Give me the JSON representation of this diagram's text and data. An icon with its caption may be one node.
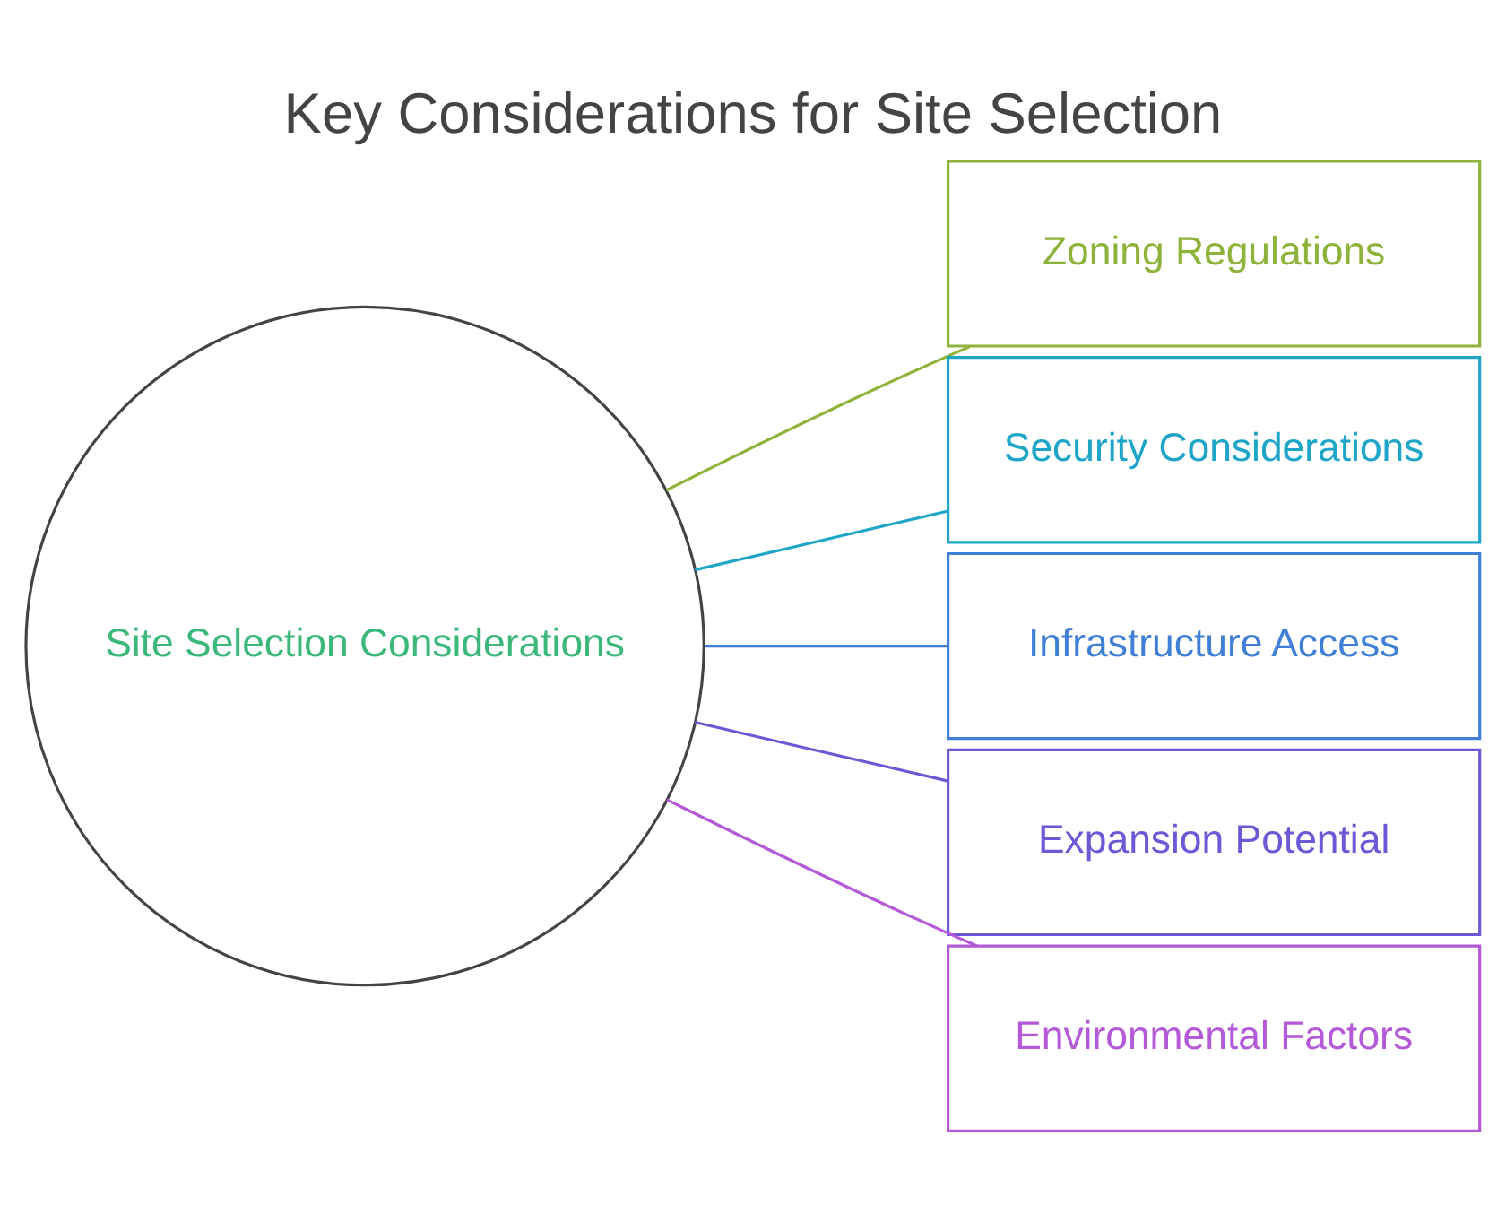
{
  "diagram": {
    "title": "Key Considerations for Site Selection",
    "nodes": [
      {
        "text": [
          "Site Selection Considerations"
        ]
      },
      {
        "text": [
          "Zoning Regulations"
        ]
      },
      {
        "text": [
          "Security Considerations"
        ]
      },
      {
        "text": [
          "Infrastructure Access"
        ]
      },
      {
        "text": [
          "Expansion Potential"
        ]
      },
      {
        "text": [
          "Environmental Factors"
        ]
      }
    ],
    "edges": [
      {
        "from": 0,
        "to": 1,
        "arrow": "none",
        "color": "#8db33a"
      },
      {
        "from": 0,
        "to": 2,
        "arrow": "none",
        "color": "#1ea5c8"
      },
      {
        "from": 0,
        "to": 3,
        "arrow": "none",
        "color": "#3f7fd6"
      },
      {
        "from": 0,
        "to": 4,
        "arrow": "none",
        "color": "#6a5ad6"
      },
      {
        "from": 0,
        "to": 5,
        "arrow": "none",
        "color": "#b45ad9"
      }
    ]
  }
}
